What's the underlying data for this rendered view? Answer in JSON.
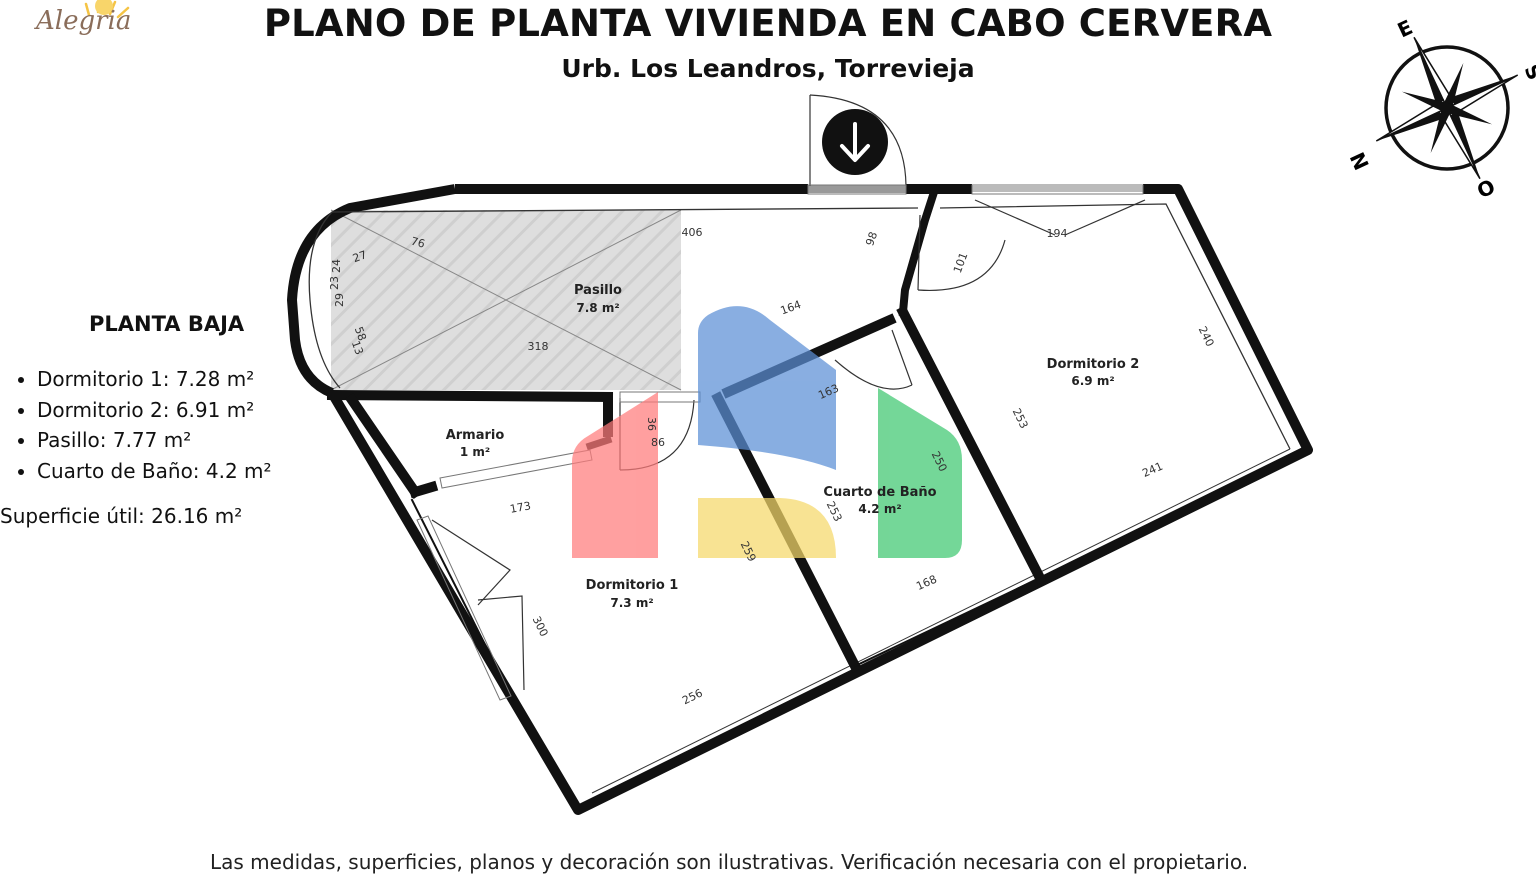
{
  "header": {
    "title": "PLANO DE PLANTA VIVIENDA EN CABO CERVERA",
    "subtitle": "Urb. Los Leandros, Torrevieja"
  },
  "logo": {
    "text": "Alegria",
    "icon": "sun-icon",
    "color": "#8a6d5a"
  },
  "compass": {
    "north": "N",
    "east": "E",
    "south": "S",
    "west": "O"
  },
  "summary": {
    "level": "PLANTA BAJA",
    "rooms": [
      "Dormitorio 1: 7.28 m²",
      "Dormitorio 2: 6.91 m²",
      "Pasillo: 7.77 m²",
      "Cuarto de Baño: 4.2 m²"
    ],
    "total": "Superficie útil: 26.16 m²"
  },
  "plan": {
    "rooms": {
      "pasillo": {
        "name": "Pasillo",
        "area": "7.8 m²"
      },
      "armario": {
        "name": "Armario",
        "area": "1 m²"
      },
      "dormitorio1": {
        "name": "Dormitorio 1",
        "area": "7.3 m²"
      },
      "bano": {
        "name": "Cuarto de Baño",
        "area": "4.2 m²"
      },
      "dormitorio2": {
        "name": "Dormitorio 2",
        "area": "6.9 m²"
      }
    },
    "dimensions": {
      "d406": "406",
      "d98": "98",
      "d164": "164",
      "d318": "318",
      "d76": "76",
      "d27": "27",
      "d23": "23",
      "d24": "24",
      "d29": "29",
      "d58": "58",
      "d13": "13",
      "d36": "36",
      "d86": "86",
      "d173": "173",
      "d300": "300",
      "d256": "256",
      "d259": "259",
      "d163": "163",
      "d250": "250",
      "d253a": "253",
      "d168": "168",
      "d194": "194",
      "d101": "101",
      "d240": "240",
      "d253b": "253",
      "d241": "241"
    },
    "entrance_icon": "arrow-down-icon"
  },
  "colors": {
    "wall": "#111111",
    "watermark_red": "#ff7b7b",
    "watermark_blue": "#5b8fd6",
    "watermark_yellow": "#f6d96a",
    "watermark_green": "#3fc770"
  },
  "footer": {
    "disclaimer": "Las medidas, superficies, planos y decoración son ilustrativas. Verificación necesaria con el propietario."
  }
}
